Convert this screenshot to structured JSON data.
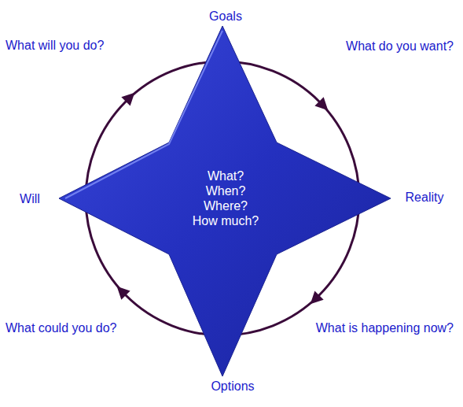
{
  "diagram": {
    "nodes": [
      {
        "text": [
          "What? When? Where? How much?"
        ]
      }
    ],
    "labels": [
      "Goals",
      "What do you want?",
      "Reality",
      "What is happening now?",
      "Options",
      "What could you do?",
      "Will",
      "What will you do?"
    ]
  }
}
